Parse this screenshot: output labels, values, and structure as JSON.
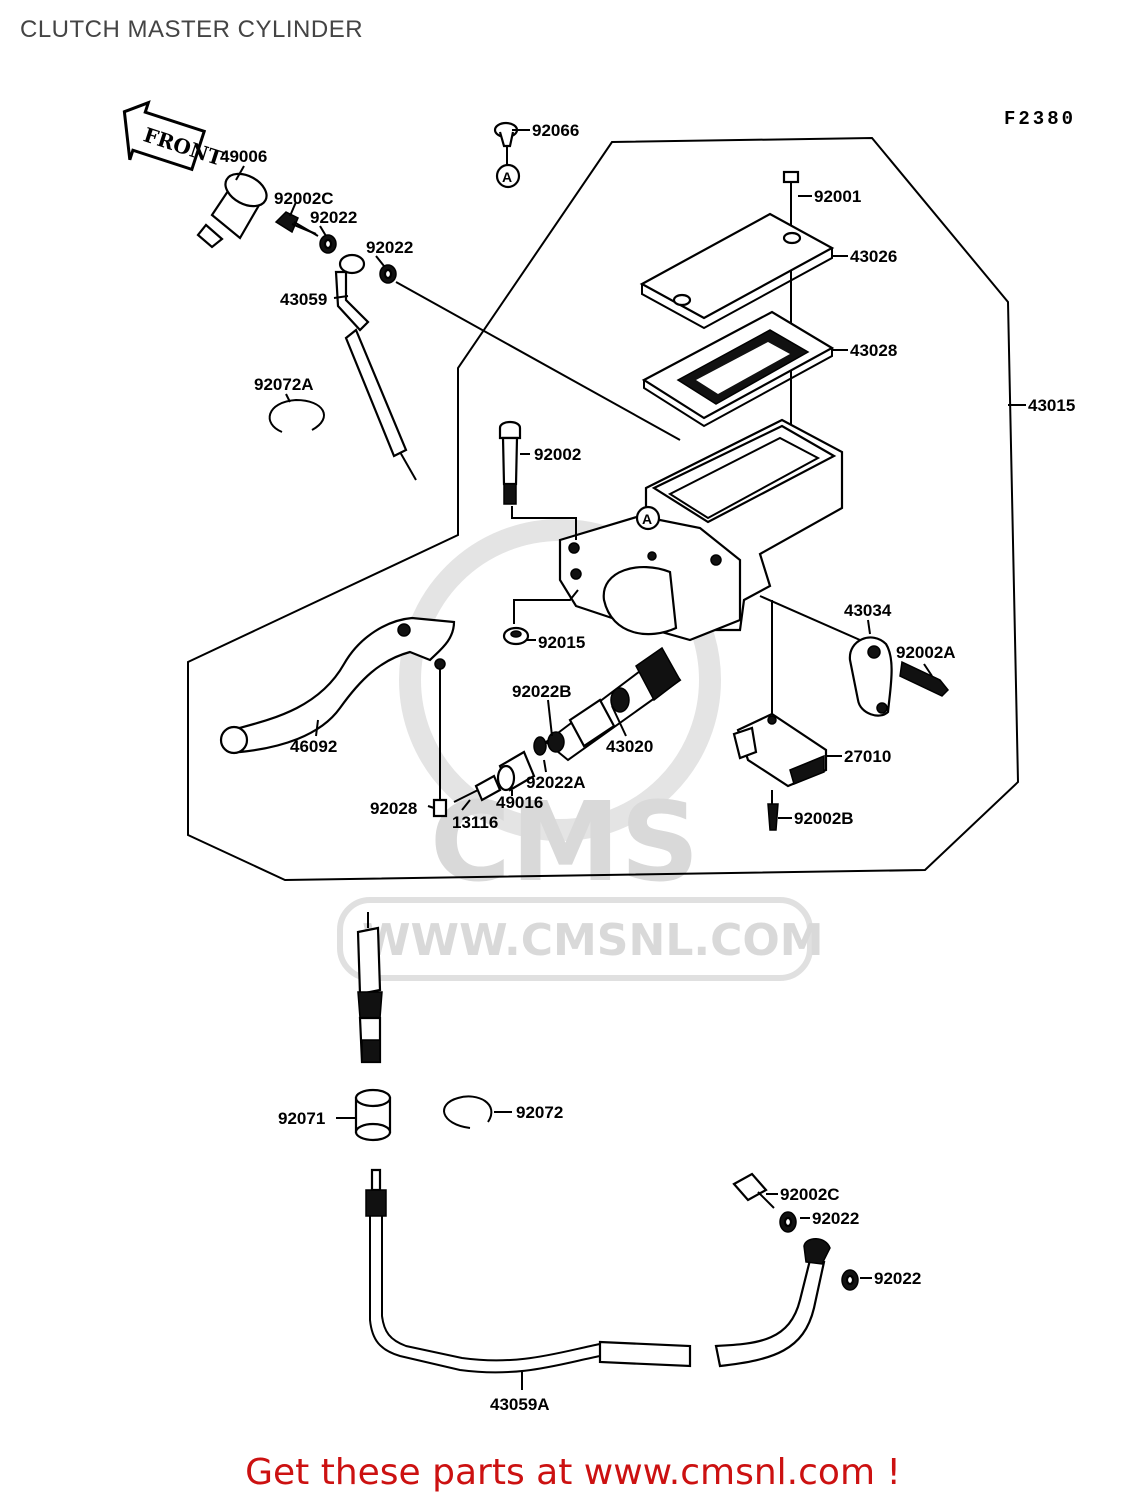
{
  "page": {
    "title": "CLUTCH MASTER CYLINDER",
    "figure_code": "F2380",
    "front_arrow_label": "FRONT",
    "ref_marker": "A",
    "watermark_logo": "CMS",
    "watermark_url": "WWW.CMSNL.COM",
    "footer_text": "Get these parts at www.cmsnl.com !"
  },
  "labels": {
    "p92066": "92066",
    "p49006": "49006",
    "p92002C_top": "92002C",
    "p92022_a": "92022",
    "p92022_b": "92022",
    "p43059": "43059",
    "p92072A": "92072A",
    "p92001": "92001",
    "p43026": "43026",
    "p43028": "43028",
    "p43015": "43015",
    "p92002": "92002",
    "p43034": "43034",
    "p92002A": "92002A",
    "p92015": "92015",
    "p92022B": "92022B",
    "p43020": "43020",
    "p27010": "27010",
    "p46092": "46092",
    "p92022A": "92022A",
    "p49016": "49016",
    "p92028": "92028",
    "p13116": "13116",
    "p92002B": "92002B",
    "p92071": "92071",
    "p92072": "92072",
    "p92002C_bot": "92002C",
    "p92022_c": "92022",
    "p92022_d": "92022",
    "p43059A": "43059A"
  },
  "colors": {
    "footer": "#cc1111",
    "title": "#444444",
    "watermark": "#d9d9d9"
  }
}
